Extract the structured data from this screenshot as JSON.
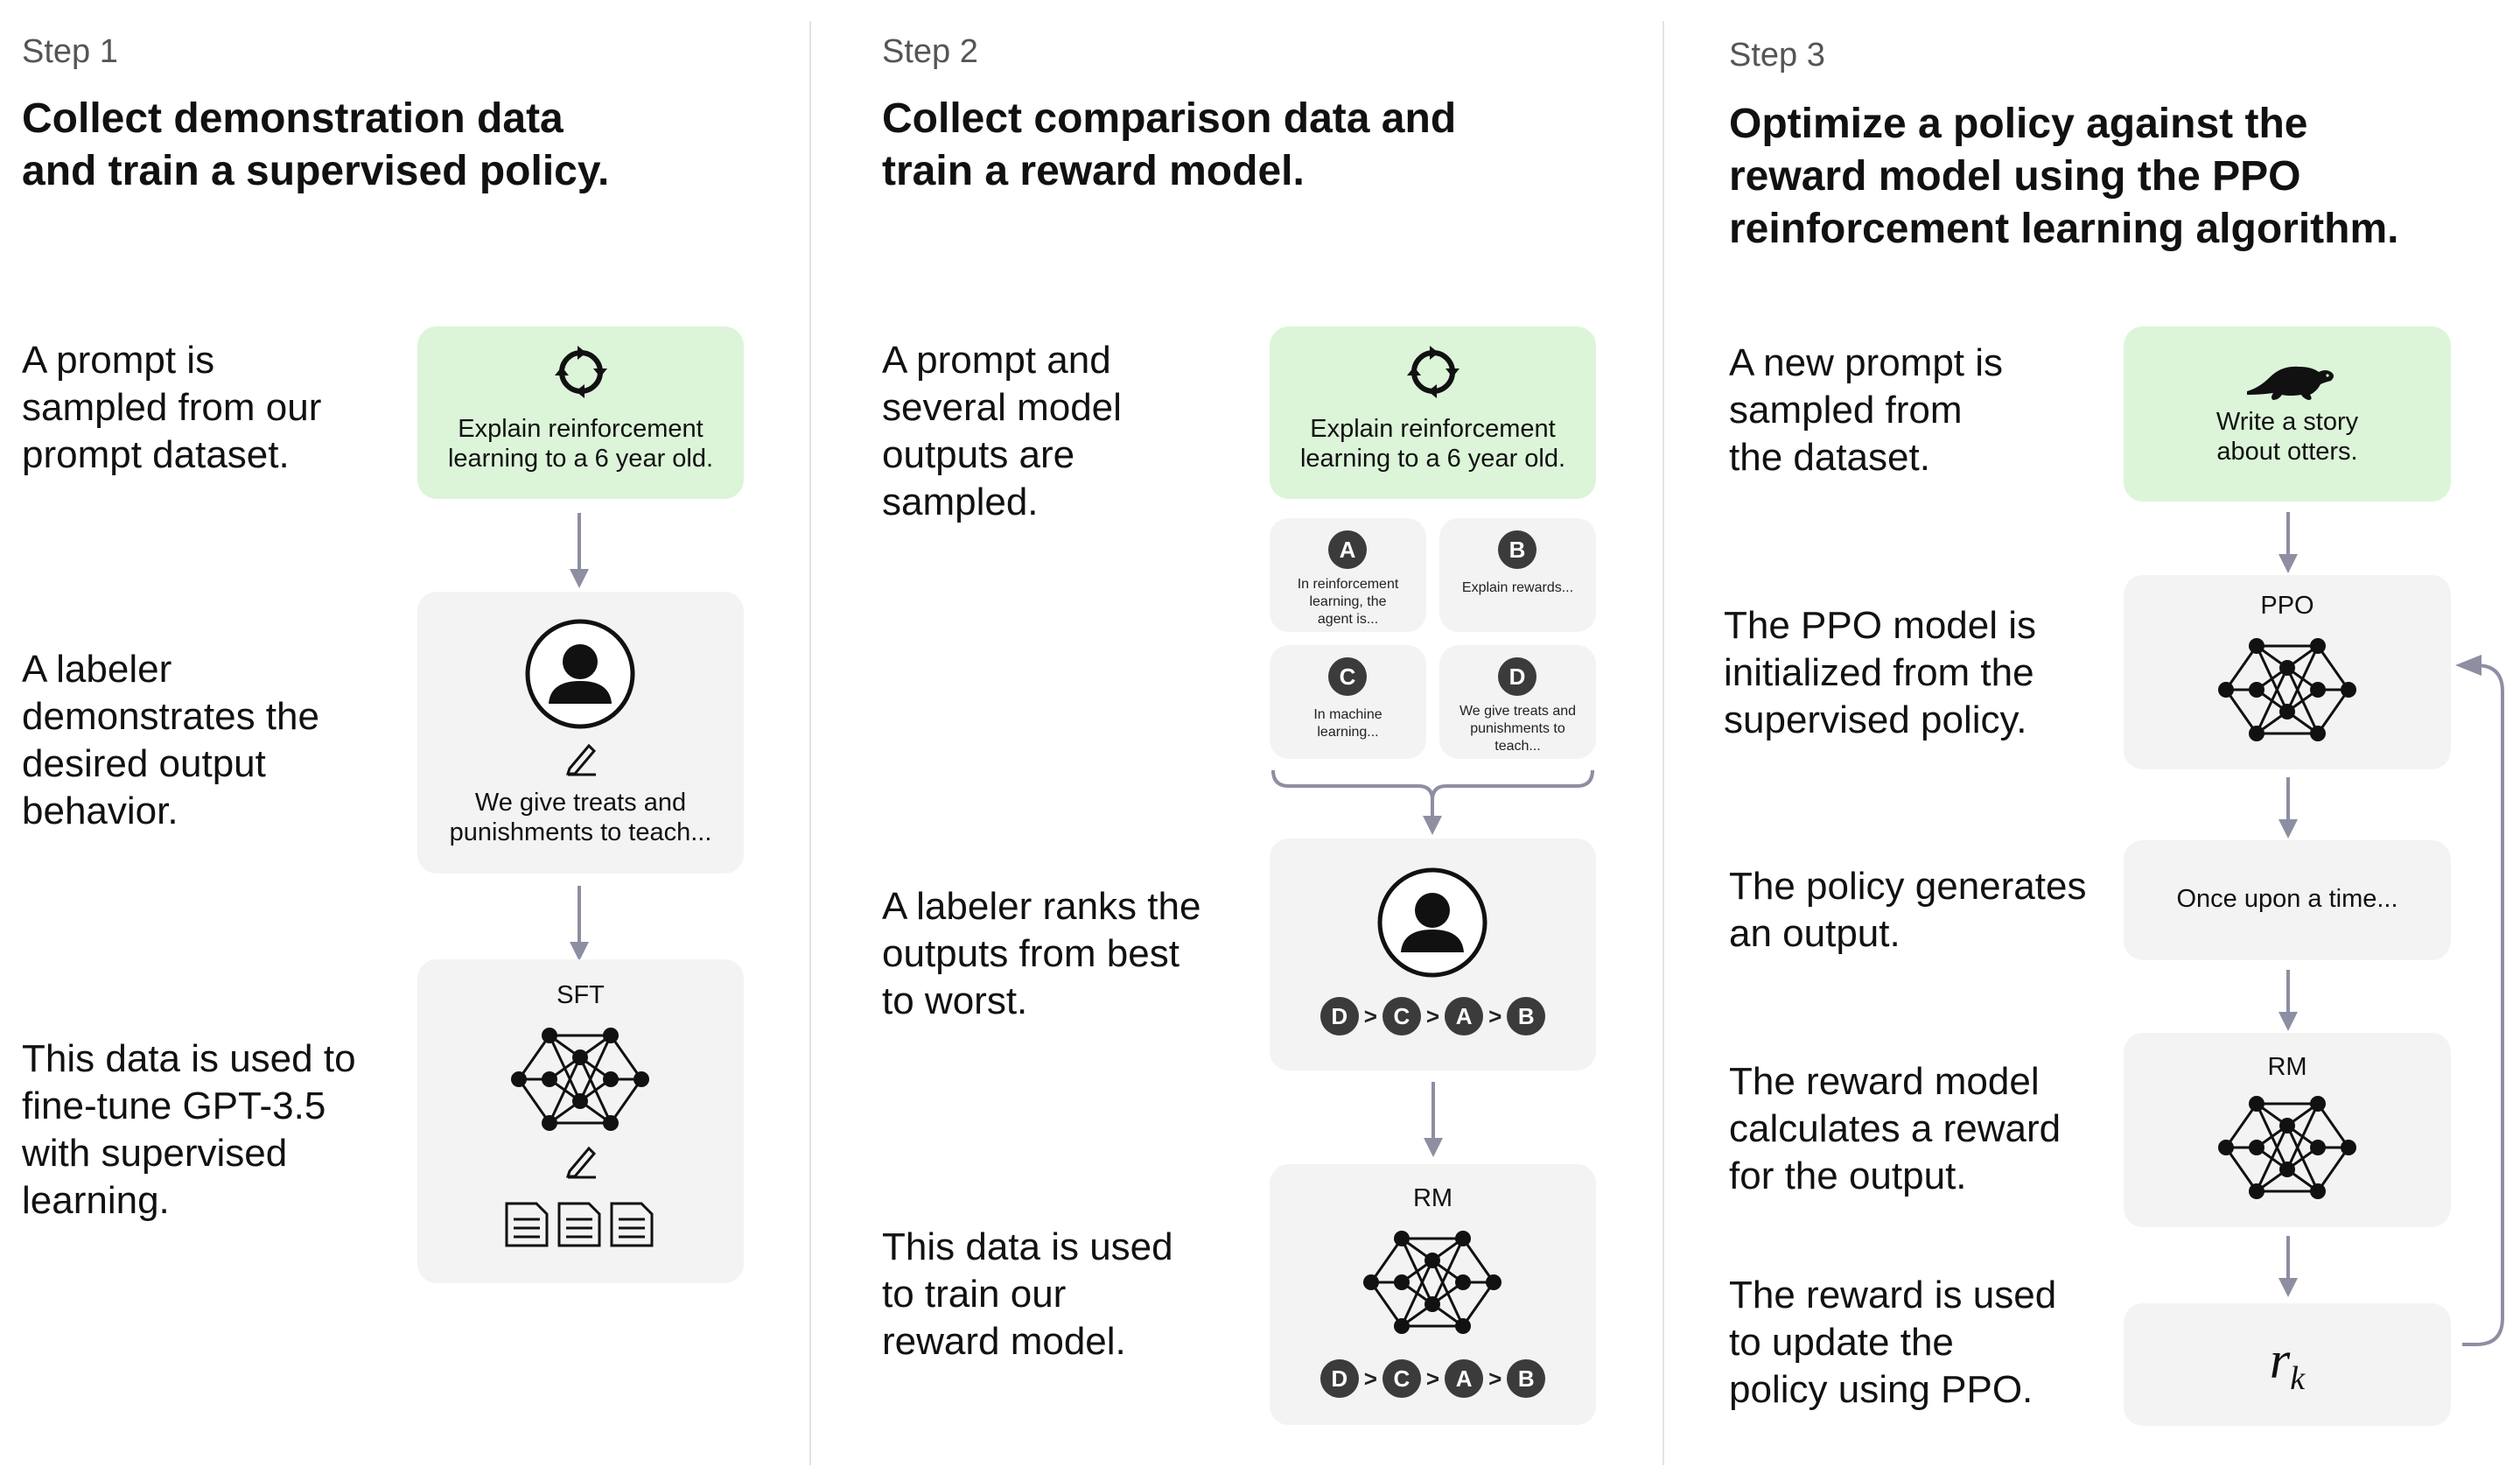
{
  "step1": {
    "label": "Step 1",
    "title_line1": "Collect demonstration data",
    "title_line2": "and train a supervised policy.",
    "desc1": [
      "A prompt is",
      "sampled from our",
      "prompt dataset."
    ],
    "desc2": [
      "A labeler",
      "demonstrates the",
      "desired output",
      "behavior."
    ],
    "desc3": [
      "This data is used to",
      "fine-tune GPT-3.5",
      "with supervised",
      "learning."
    ],
    "prompt_line1": "Explain reinforcement",
    "prompt_line2": "learning to a 6 year old.",
    "demo_line1": "We give treats and",
    "demo_line2": "punishments to teach...",
    "model_label": "SFT"
  },
  "step2": {
    "label": "Step 2",
    "title_line1": "Collect comparison data and",
    "title_line2": "train a reward model.",
    "desc1": [
      "A prompt and",
      "several model",
      "outputs are",
      "sampled."
    ],
    "desc2": [
      "A labeler ranks the",
      "outputs from best",
      "to worst."
    ],
    "desc3": [
      "This data is used",
      "to train our",
      "reward model."
    ],
    "prompt_line1": "Explain reinforcement",
    "prompt_line2": "learning to a 6 year old.",
    "outputs": [
      {
        "letter": "A",
        "lines": [
          "In reinforcement",
          "learning, the",
          "agent is..."
        ]
      },
      {
        "letter": "B",
        "lines": [
          "Explain rewards..."
        ]
      },
      {
        "letter": "C",
        "lines": [
          "In machine",
          "learning..."
        ]
      },
      {
        "letter": "D",
        "lines": [
          "We give treats and",
          "punishments to",
          "teach..."
        ]
      }
    ],
    "ranking": [
      "D",
      "C",
      "A",
      "B"
    ],
    "ranking_sep": ">",
    "model_label": "RM"
  },
  "step3": {
    "label": "Step 3",
    "title_line1": "Optimize a policy against the",
    "title_line2": "reward model using the PPO",
    "title_line3": "reinforcement learning algorithm.",
    "desc1": [
      "A new prompt is",
      "sampled from",
      "the dataset."
    ],
    "desc2": [
      "The PPO model is",
      "initialized from the",
      "supervised policy."
    ],
    "desc3": [
      "The policy generates",
      "an output."
    ],
    "desc4": [
      "The reward model",
      "calculates a reward",
      "for the output."
    ],
    "desc5": [
      "The reward is used",
      "to update the",
      "policy using PPO."
    ],
    "prompt_line1": "Write a story",
    "prompt_line2": "about otters.",
    "ppo_label": "PPO",
    "output_text": "Once upon a time...",
    "rm_label": "RM",
    "reward_symbol": "r",
    "reward_sub": "k"
  },
  "colors": {
    "green_card": "#dcf5d9",
    "gray_card": "#f3f3f3",
    "arrow": "#8e8ea3",
    "badge": "#3b3b3b"
  },
  "icons": [
    "refresh-icon",
    "person-icon",
    "pencil-icon",
    "neural-network-icon",
    "document-icon",
    "otter-icon"
  ]
}
